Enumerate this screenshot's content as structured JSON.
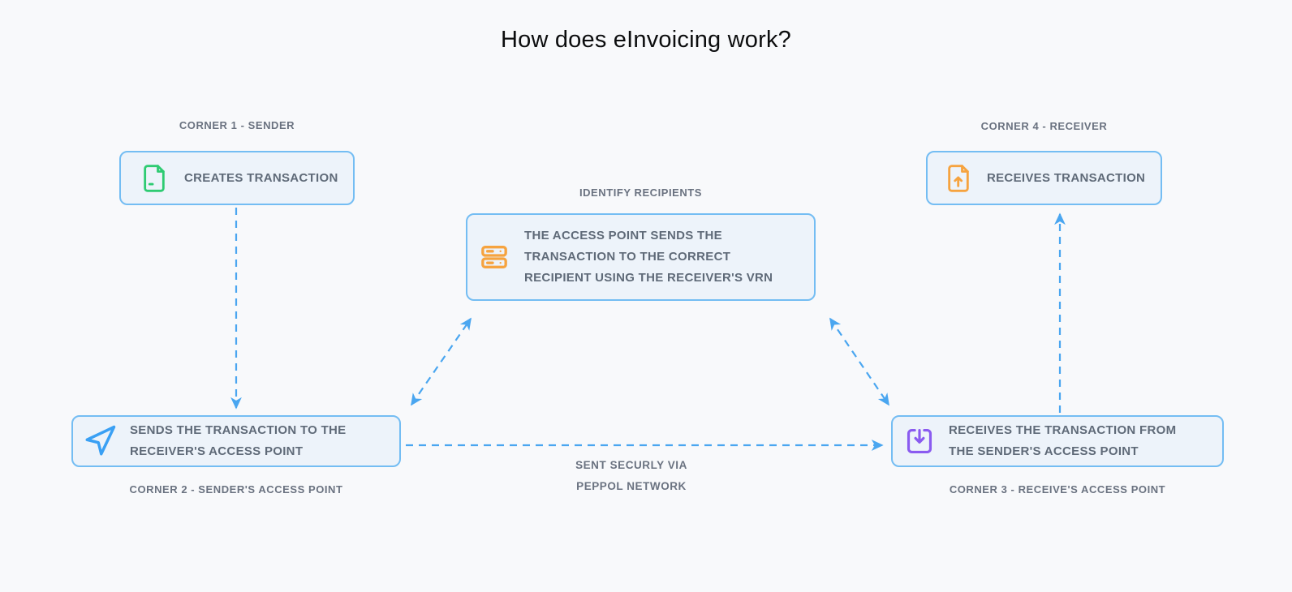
{
  "title": "How does eInvoicing work?",
  "colors": {
    "background": "#f8f9fb",
    "box_fill": "#edf3fa",
    "box_border": "#74bdf3",
    "arrow": "#4aa6f0",
    "label_text": "#6a7280",
    "box_text": "#5f6a78",
    "icon_green": "#2ecb72",
    "icon_orange": "#f6a33f",
    "icon_blue": "#3aa0f4",
    "icon_purple": "#8a5bf0"
  },
  "nodes": {
    "corner1": {
      "label": "CORNER 1 - SENDER",
      "icon": "document-icon",
      "lines": [
        "CREATES TRANSACTION"
      ]
    },
    "corner2": {
      "label": "CORNER 2 - SENDER'S ACCESS POINT",
      "icon": "paper-plane-icon",
      "lines": [
        "SENDS THE TRANSACTION TO THE",
        "RECEIVER'S ACCESS POINT"
      ]
    },
    "middle": {
      "label": "IDENTIFY RECIPIENTS",
      "icon": "server-icon",
      "lines": [
        "THE ACCESS POINT SENDS THE",
        "TRANSACTION TO THE CORRECT",
        "RECIPIENT USING THE RECEIVER'S VRN"
      ]
    },
    "corner3": {
      "label": "CORNER 3 - RECEIVE'S  ACCESS POINT",
      "icon": "inbox-download-icon",
      "lines": [
        "RECEIVES THE TRANSACTION FROM",
        "THE SENDER'S ACCESS POINT"
      ]
    },
    "corner4": {
      "label": "CORNER 4 - RECEIVER",
      "icon": "file-upload-icon",
      "lines": [
        "RECEIVES TRANSACTION"
      ]
    }
  },
  "annotations": {
    "network_note_lines": [
      "SENT SECURLY VIA",
      "PEPPOL NETWORK"
    ]
  },
  "flows": [
    {
      "from": "corner1",
      "to": "corner2",
      "style": "dashed-arrow-down"
    },
    {
      "from": "corner2",
      "to": "middle",
      "style": "dashed-double-arrow"
    },
    {
      "from": "middle",
      "to": "corner3",
      "style": "dashed-double-arrow"
    },
    {
      "from": "corner2",
      "to": "corner3",
      "style": "dashed-arrow-right"
    },
    {
      "from": "corner3",
      "to": "corner4",
      "style": "dashed-arrow-up"
    }
  ]
}
